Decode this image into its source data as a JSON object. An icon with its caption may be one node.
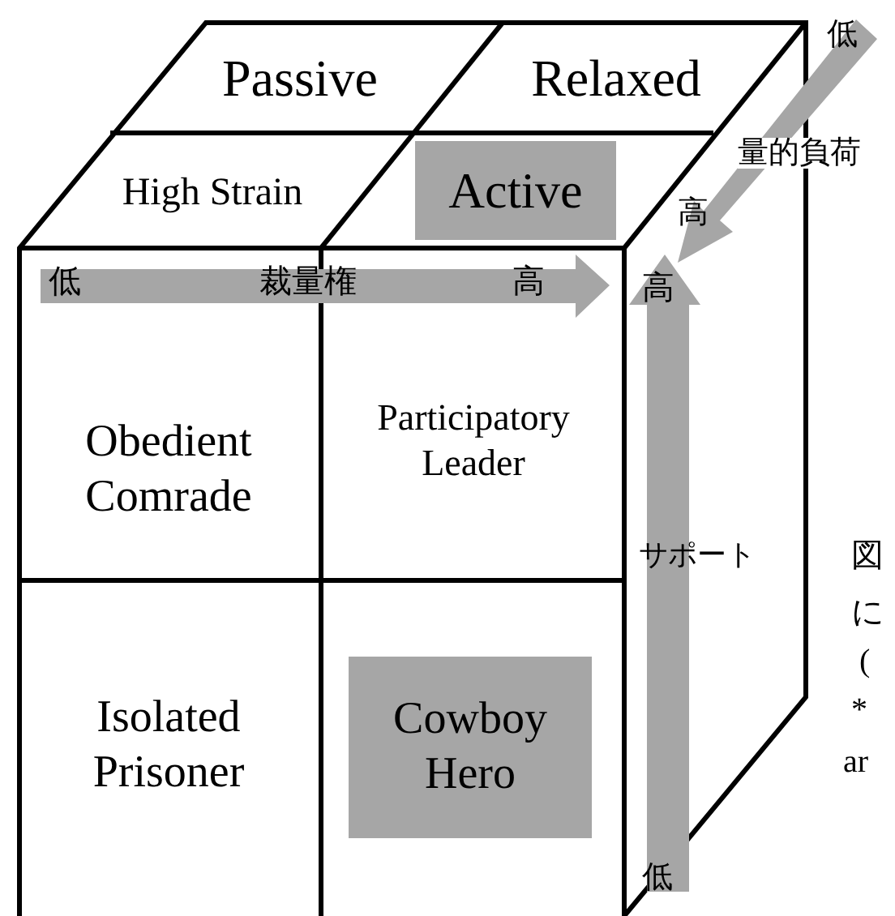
{
  "diagram": {
    "nodes": [
      {
        "text": [
          "Passive"
        ]
      },
      {
        "text": [
          "Relaxed"
        ]
      },
      {
        "text": [
          "High Strain"
        ]
      },
      {
        "text": [
          "Active"
        ]
      },
      {
        "text": [
          "Obedient Comrade"
        ]
      },
      {
        "text": [
          "Participatory Leader"
        ]
      },
      {
        "text": [
          "Isolated Prisoner"
        ]
      },
      {
        "text": [
          "Cowboy Hero"
        ]
      }
    ],
    "labels": [
      "低",
      "量的負荷",
      "裁量権",
      "高",
      "高",
      "低",
      "高",
      "サポート",
      "図",
      "に",
      "(",
      "*",
      "ar",
      "低"
    ]
  }
}
